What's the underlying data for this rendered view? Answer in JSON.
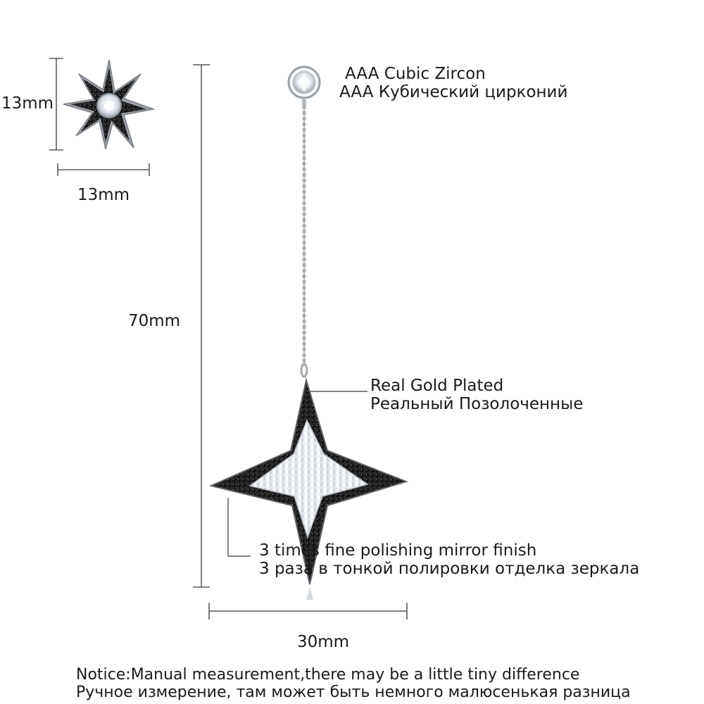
{
  "small_stud": {
    "height_label": "13mm",
    "width_label": "13mm"
  },
  "drop_earring": {
    "length_label": "70mm",
    "width_label": "30mm"
  },
  "annotations": {
    "zircon": {
      "line1": "AAA Cubic Zircon",
      "line2": "AAA Кубический цирконий"
    },
    "plating": {
      "line1": "Real Gold Plated",
      "line2": "Реальный Позолоченные"
    },
    "polish": {
      "line1": "3 times fine polishing mirror finish",
      "line2": "3 раза в тонкой полировки отделка зеркала"
    }
  },
  "notice": {
    "line1": "Notice:Manual measurement,there may be a little tiny difference",
    "line2": "Ручное измерение, там может быть немного малюсенькая разница"
  },
  "colors": {
    "metal": "#b8bcc2",
    "black_stone": "#1c1c1c",
    "clear_stone": "#f2f4f8",
    "dimension_line": "#3a3a3a"
  }
}
